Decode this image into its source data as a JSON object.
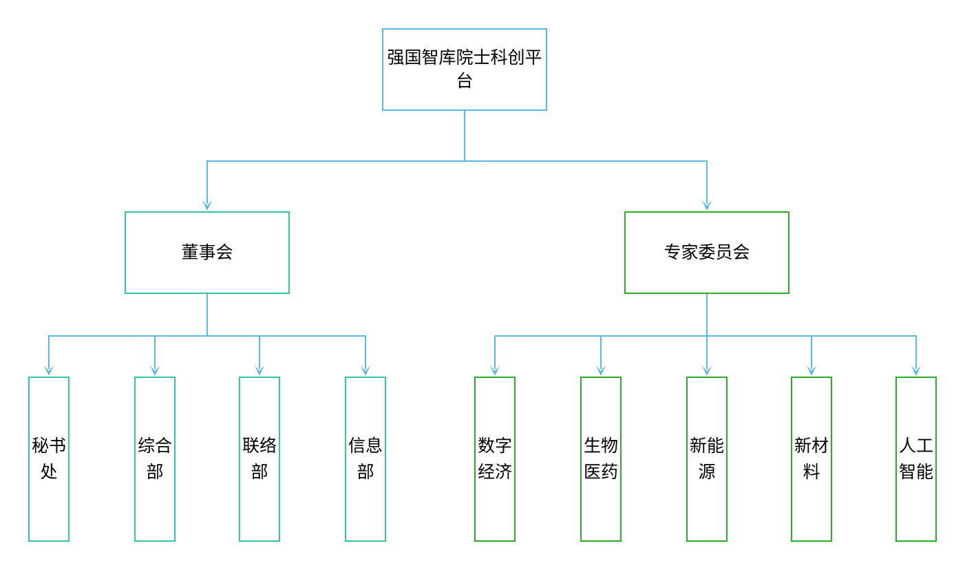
{
  "diagram": {
    "root": {
      "label": "强国智库院士科创平台"
    },
    "branches": [
      {
        "label": "董事会",
        "color": "#31c6a5",
        "children": [
          "秘书处",
          "综合部",
          "联络部",
          "信息部"
        ]
      },
      {
        "label": "专家委员会",
        "color": "#27b027",
        "children": [
          "数字经济",
          "生物医药",
          "新能源",
          "新材料",
          "人工智能"
        ]
      }
    ],
    "connector_color": "#5bb8e3",
    "root_border_color": "#5bb8e3"
  }
}
